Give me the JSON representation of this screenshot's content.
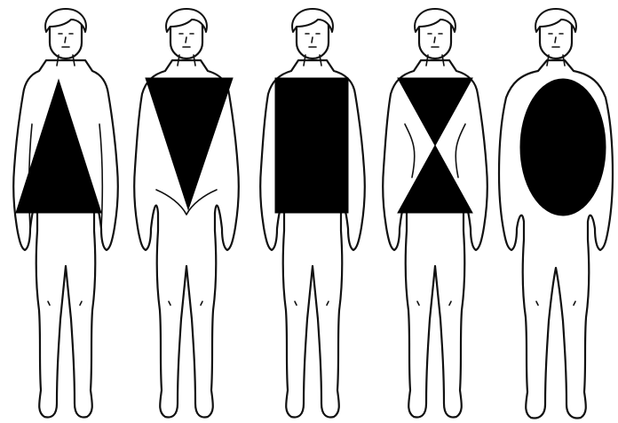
{
  "figures": [
    {
      "id": "triangle",
      "shape": "triangle",
      "color": "#000000"
    },
    {
      "id": "inverted-triangle",
      "shape": "inverted-triangle",
      "color": "#000000"
    },
    {
      "id": "rectangle",
      "shape": "rectangle",
      "color": "#000000"
    },
    {
      "id": "hourglass",
      "shape": "hourglass",
      "color": "#000000"
    },
    {
      "id": "oval",
      "shape": "oval",
      "color": "#000000"
    }
  ],
  "colors": {
    "background": "#ffffff",
    "outline": "#111111",
    "shape_fill": "#000000"
  }
}
